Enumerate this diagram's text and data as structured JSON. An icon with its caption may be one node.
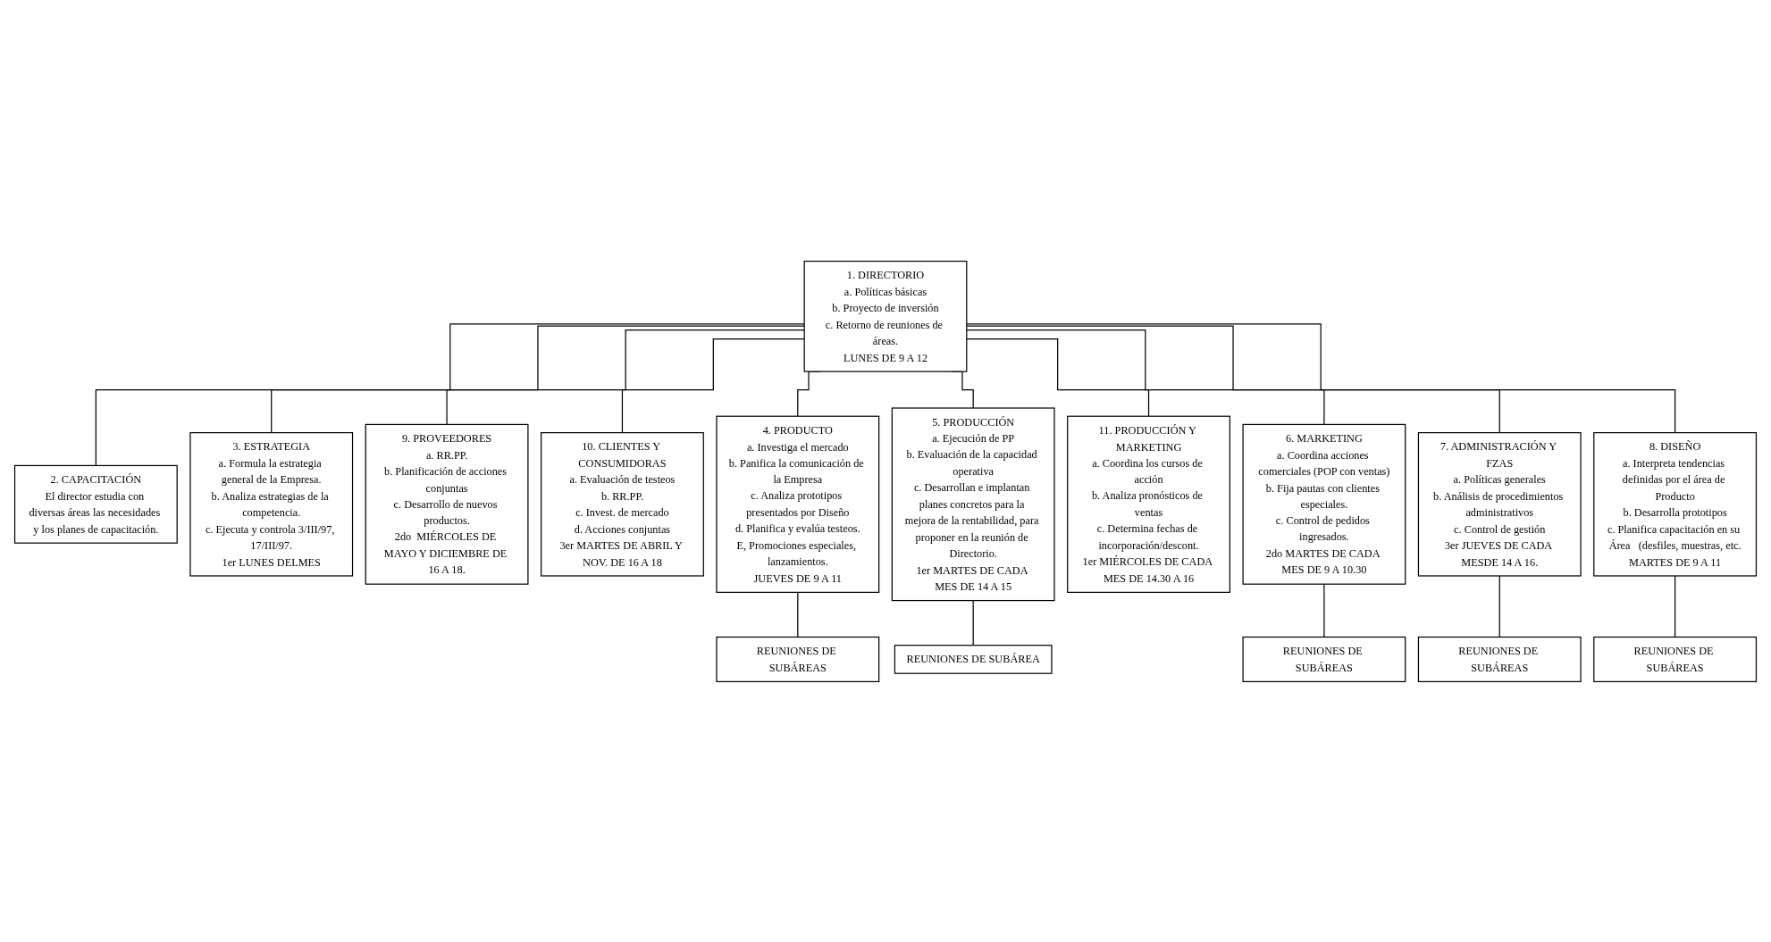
{
  "diagram": {
    "nodes": [
      {
        "text": [
          "1. DIRECTORIO",
          "a. Políticas básicas",
          "b. Proyecto de inversión",
          "c. Retorno de reuniones de áreas.",
          "LUNES DE 9 A 12"
        ]
      },
      {
        "text": [
          "2. CAPACITACIÓN",
          "El director estudia con diversas áreas las necesidades y los planes de capacitación."
        ]
      },
      {
        "text": [
          "3. ESTRATEGIA",
          "a. Formula la estrategia general de la Empresa.",
          "b. Analiza estrategias de la competencia.",
          "c. Ejecuta y controla 3/III/97, 17/III/97.",
          "1er LUNES DELMES"
        ]
      },
      {
        "text": [
          "9. PROVEEDORES",
          "a. RR.PP.",
          "b. Planificación de acciones conjuntas",
          "c. Desarrollo de nuevos productos.",
          "2do  MIÉRCOLES DE MAYO Y DICIEMBRE DE 16 A 18."
        ]
      },
      {
        "text": [
          "10. CLIENTES Y CONSUMIDORAS",
          "a. Evaluación de testeos",
          "b. RR.PP.",
          "c. Invest. de mercado",
          "d. Acciones conjuntas",
          "3er MARTES DE ABRIL Y NOV. DE 16 A 18"
        ]
      },
      {
        "text": [
          "4. PRODUCTO",
          "a. Investiga el mercado",
          "b. Panifica la comunicación de la Empresa",
          "c. Analiza prototipos presentados por Diseño",
          "d. Planifica y evalúa testeos.",
          "E, Promociones especiales, lanzamientos.",
          "JUEVES DE 9 A 11"
        ]
      },
      {
        "text": [
          "5. PRODUCCIÓN",
          "a. Ejecución de PP",
          "b. Evaluación de la capacidad operativa",
          "c. Desarrollan e implantan planes concretos para la mejora de la rentabilidad, para proponer en la reunión de Directorio.",
          "1er MARTES DE CADA MES DE 14 A 15"
        ]
      },
      {
        "text": [
          "11. PRODUCCIÓN Y MARKETING",
          "a. Coordina los cursos de acción",
          "b. Analiza pronósticos de ventas",
          "c. Determina fechas de incorporación/descont.",
          "1er MIÉRCOLES DE CADA MES DE 14.30 A 16"
        ]
      },
      {
        "text": [
          "6. MARKETING",
          "a. Coordina acciones comerciales (POP con ventas)",
          "b. Fija pautas con clientes especiales.",
          "c. Control de pedidos ingresados.",
          "2do MARTES DE CADA MES DE 9 A 10.30"
        ]
      },
      {
        "text": [
          "7. ADMINISTRACIÓN Y FZAS",
          "a. Políticas generales",
          "b. Análisis de procedimientos administrativos",
          "c. Control de gestión",
          "3er JUEVES DE CADA MESDE 14 A 16."
        ]
      },
      {
        "text": [
          "8. DISEÑO",
          "a. Interpreta tendencias definidas por el área de Producto",
          "b. Desarrolla prototipos",
          "c. Planifica capacitación en su Área   (desfiles, muestras, etc.",
          "MARTES DE 9 A 11"
        ]
      },
      {
        "text": [
          "REUNIONES DE SUBÁREAS"
        ]
      },
      {
        "text": [
          "REUNIONES DE SUBÁREA"
        ]
      },
      {
        "text": [
          "REUNIONES DE SUBÁREAS"
        ]
      },
      {
        "text": [
          "REUNIONES DE SUBÁREAS"
        ]
      },
      {
        "text": [
          "REUNIONES DE SUBÁREAS"
        ]
      }
    ],
    "edges": [
      {
        "from": 0,
        "to": 1,
        "arrow": "none"
      },
      {
        "from": 0,
        "to": 2,
        "arrow": "none"
      },
      {
        "from": 0,
        "to": 3,
        "arrow": "none"
      },
      {
        "from": 0,
        "to": 4,
        "arrow": "none"
      },
      {
        "from": 0,
        "to": 5,
        "arrow": "none"
      },
      {
        "from": 0,
        "to": 6,
        "arrow": "none"
      },
      {
        "from": 0,
        "to": 7,
        "arrow": "none"
      },
      {
        "from": 0,
        "to": 8,
        "arrow": "none"
      },
      {
        "from": 0,
        "to": 9,
        "arrow": "none"
      },
      {
        "from": 0,
        "to": 10,
        "arrow": "none"
      },
      {
        "from": 5,
        "to": 11,
        "arrow": "none"
      },
      {
        "from": 6,
        "to": 12,
        "arrow": "none"
      },
      {
        "from": 8,
        "to": 13,
        "arrow": "none"
      },
      {
        "from": 9,
        "to": 14,
        "arrow": "none"
      },
      {
        "from": 10,
        "to": 15,
        "arrow": "none"
      }
    ]
  }
}
